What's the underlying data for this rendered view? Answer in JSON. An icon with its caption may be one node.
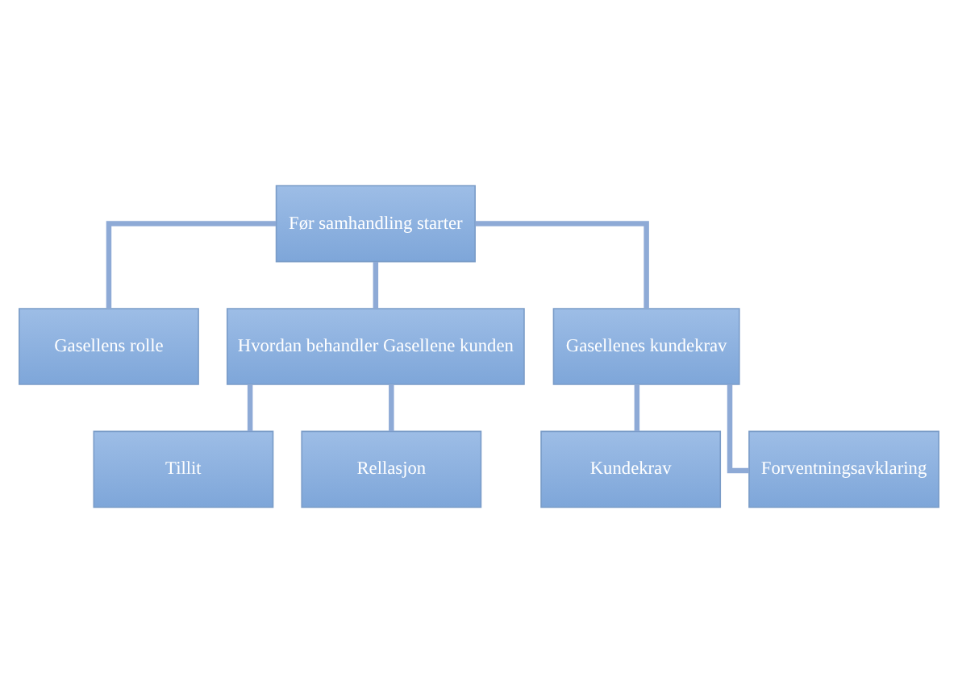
{
  "diagram": {
    "nodes": [
      {
        "text": [
          "Før samhandling starter"
        ]
      },
      {
        "text": [
          "Gasellens rolle"
        ]
      },
      {
        "text": [
          "Hvordan behandler Gasellene kunden"
        ]
      },
      {
        "text": [
          "Gasellenes kundekrav"
        ]
      },
      {
        "text": [
          "Tillit"
        ]
      },
      {
        "text": [
          "Rellasjon"
        ]
      },
      {
        "text": [
          "Kundekrav"
        ]
      },
      {
        "text": [
          "Forventningsavklaring"
        ]
      }
    ],
    "edges": [
      {
        "from": 0,
        "to": 1,
        "arrow": "none"
      },
      {
        "from": 0,
        "to": 2,
        "arrow": "none"
      },
      {
        "from": 0,
        "to": 3,
        "arrow": "none"
      },
      {
        "from": 2,
        "to": 4,
        "arrow": "none"
      },
      {
        "from": 2,
        "to": 5,
        "arrow": "none"
      },
      {
        "from": 3,
        "to": 6,
        "arrow": "none"
      },
      {
        "from": 3,
        "to": 7,
        "arrow": "none"
      }
    ]
  }
}
